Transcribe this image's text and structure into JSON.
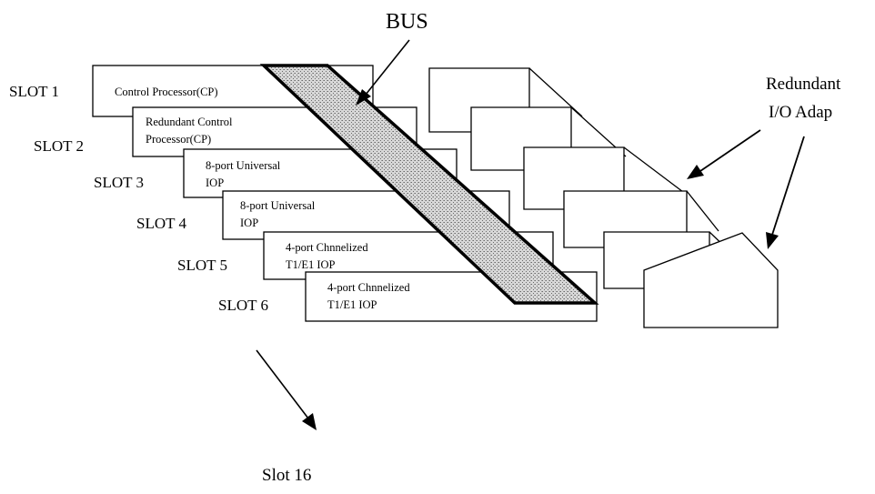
{
  "title": "BUS",
  "redundant_label": {
    "line1": "Redundant",
    "line2": "I/O Adap"
  },
  "bottom_label": "Slot 16",
  "slots": [
    {
      "name": "SLOT 1",
      "card": [
        "Control Processor(CP)"
      ]
    },
    {
      "name": "SLOT 2",
      "card": [
        "Redundant Control",
        "Processor(CP)"
      ]
    },
    {
      "name": "SLOT 3",
      "card": [
        "8-port Universal",
        "IOP"
      ]
    },
    {
      "name": "SLOT 4",
      "card": [
        "8-port Universal",
        "IOP"
      ]
    },
    {
      "name": "SLOT 5",
      "card": [
        "4-port Chnnelized",
        "T1/E1 IOP"
      ]
    },
    {
      "name": "SLOT 6",
      "card": [
        "4-port Chnnelized",
        "T1/E1 IOP"
      ]
    }
  ],
  "colors": {
    "line": "#000000",
    "bus_fill": "#c9c9c9",
    "card_fill": "#ffffff"
  }
}
